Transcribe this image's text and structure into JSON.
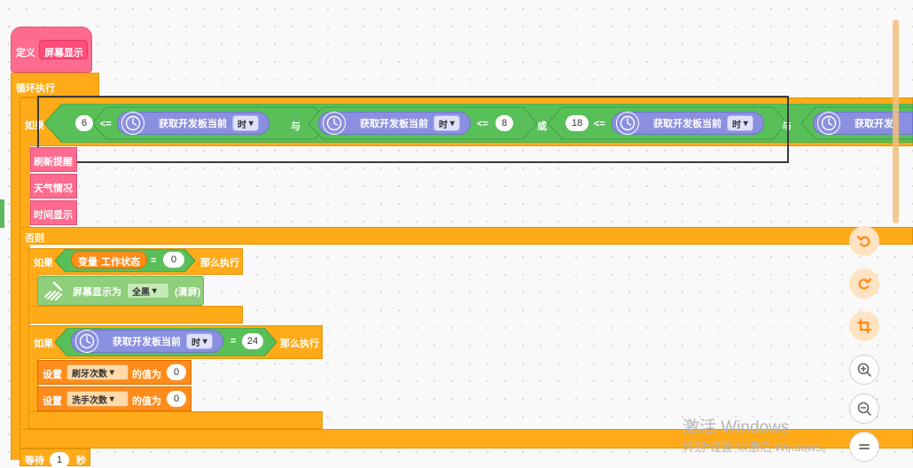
{
  "define_block": {
    "label": "定义",
    "name": "屏幕显示"
  },
  "loop_block": {
    "label": "循环执行"
  },
  "if_main": {
    "label": "如果",
    "cond1": {
      "num": "6",
      "op": "<=",
      "text": "获取开发板当前",
      "unit": "时"
    },
    "and1": "与",
    "cond2": {
      "text": "获取开发板当前",
      "unit": "时",
      "op": "<=",
      "num": "8"
    },
    "or1": "或",
    "cond3": {
      "num": "18",
      "op": "<=",
      "text": "获取开发板当前",
      "unit": "时"
    },
    "and2": "与",
    "cond4": {
      "text": "获取开发"
    }
  },
  "calls": [
    "刷新提醒",
    "天气情况",
    "时间显示"
  ],
  "else_label": "否则",
  "if_a": {
    "label": "如果",
    "var_label": "变量",
    "var_name": "工作状态",
    "op": "=",
    "value": "0",
    "then": "那么执行",
    "screen": {
      "label": "屏幕显示为",
      "option": "全黑",
      "suffix": "(清屏)"
    }
  },
  "if_b": {
    "label": "如果",
    "text": "获取开发板当前",
    "unit": "时",
    "op": "=",
    "value": "24",
    "then": "那么执行"
  },
  "set1": {
    "label": "设置",
    "var": "刷牙次数",
    "mid": "的值为",
    "value": "0"
  },
  "set2": {
    "label": "设置",
    "var": "洗手次数",
    "mid": "的值为",
    "value": "0"
  },
  "wait": {
    "label": "等待",
    "value": "1",
    "unit": "秒"
  },
  "watermark": {
    "line1": "激活 Windows",
    "line2": "转到\"设置\"以激活 Windows。"
  },
  "controls": [
    "undo-icon",
    "redo-icon",
    "crop-icon",
    "zoom-in-icon",
    "zoom-out-icon",
    "reset-zoom-icon"
  ]
}
